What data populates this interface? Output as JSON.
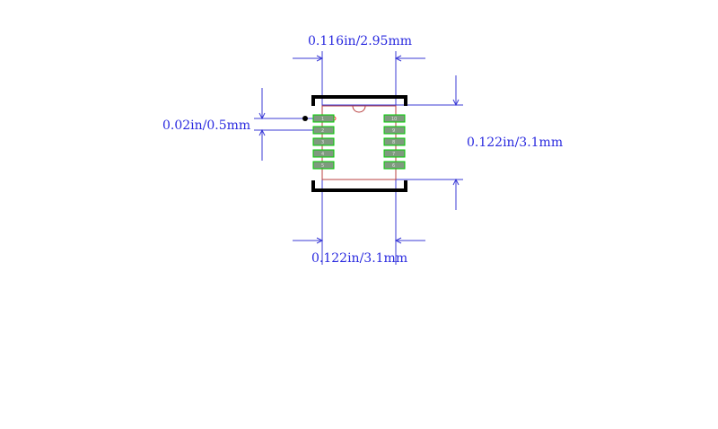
{
  "dimensions": {
    "top_width": "0.116in/2.95mm",
    "pad_pitch": "0.02in/0.5mm",
    "body_height": "0.122in/3.1mm",
    "bottom_width": "0.122in/3.1mm"
  },
  "pins": {
    "left": [
      "1",
      "2",
      "3",
      "4",
      "5"
    ],
    "right": [
      "10",
      "9",
      "8",
      "7",
      "6"
    ]
  },
  "colors": {
    "dimension": "#3b3bd6",
    "outline": "#000000",
    "body": "#b84040",
    "pad_fill": "#7f9a7f",
    "pad_stroke": "#00cc00"
  }
}
